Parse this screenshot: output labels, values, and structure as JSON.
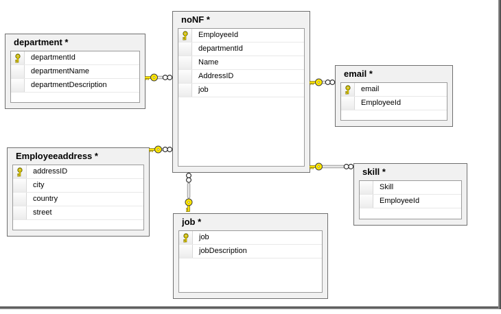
{
  "diagram": {
    "kind": "database-relational-diagram",
    "tables": [
      {
        "id": "department",
        "title": "department *",
        "columns": [
          {
            "name": "departmentId",
            "key": true
          },
          {
            "name": "departmentName",
            "key": false
          },
          {
            "name": "departmentDescription",
            "key": false
          }
        ]
      },
      {
        "id": "noNF",
        "title": "noNF *",
        "columns": [
          {
            "name": "EmployeeId",
            "key": true
          },
          {
            "name": "departmentId",
            "key": false
          },
          {
            "name": "Name",
            "key": false
          },
          {
            "name": "AddressID",
            "key": false
          },
          {
            "name": "job",
            "key": false
          }
        ]
      },
      {
        "id": "email",
        "title": "email *",
        "columns": [
          {
            "name": "email",
            "key": true
          },
          {
            "name": "EmployeeId",
            "key": false
          }
        ]
      },
      {
        "id": "employeeaddress",
        "title": "Employeeaddress *",
        "columns": [
          {
            "name": "addressID",
            "key": true
          },
          {
            "name": "city",
            "key": false
          },
          {
            "name": "country",
            "key": false
          },
          {
            "name": "street",
            "key": false
          }
        ]
      },
      {
        "id": "skill",
        "title": "skill *",
        "columns": [
          {
            "name": "Skill",
            "key": false
          },
          {
            "name": "EmployeeId",
            "key": false
          }
        ]
      },
      {
        "id": "job",
        "title": "job *",
        "columns": [
          {
            "name": "job",
            "key": true
          },
          {
            "name": "jobDescription",
            "key": false
          }
        ]
      }
    ],
    "relationships": [
      {
        "one_side": "department",
        "many_side": "noNF"
      },
      {
        "one_side": "noNF",
        "many_side": "email"
      },
      {
        "one_side": "Employeeaddress",
        "many_side": "noNF"
      },
      {
        "one_side": "noNF",
        "many_side": "skill"
      },
      {
        "one_side": "job",
        "many_side": "noNF"
      }
    ],
    "icons": {
      "primary_key": "key-icon",
      "one_cardinality": "key-icon",
      "many_cardinality": "infinity-icon"
    },
    "colors": {
      "canvas_bg": "#ffffff",
      "table_bg": "#f1f1f1",
      "table_border": "#6e6e6e",
      "grid_border": "#9a9a9a",
      "row_divider": "#e8e8e8",
      "key_yellow": "#ffe600",
      "connector_line": "#e8e8e8",
      "edge_shadow": "#3e3e3e"
    }
  }
}
